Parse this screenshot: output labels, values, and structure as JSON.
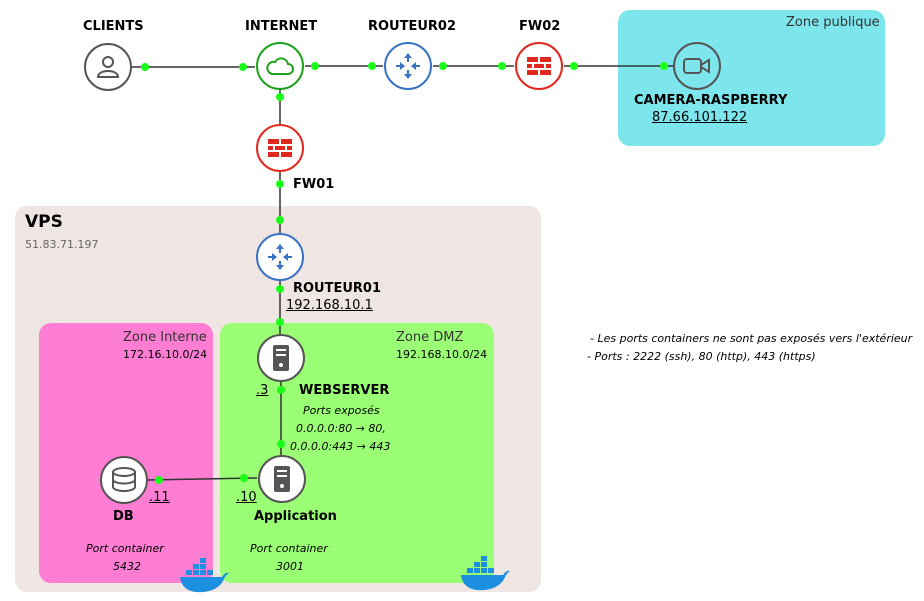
{
  "zones": {
    "vps": {
      "title": "VPS",
      "subnet": "51.83.71.197"
    },
    "public": {
      "title": "Zone publique"
    },
    "interne": {
      "title": "Zone Interne",
      "subnet": "172.16.10.0/24"
    },
    "dmz": {
      "title": "Zone DMZ",
      "subnet": "192.168.10.0/24"
    }
  },
  "nodes": {
    "clients": {
      "label": "CLIENTS",
      "icon": "user-icon"
    },
    "internet": {
      "label": "INTERNET",
      "icon": "cloud-icon"
    },
    "routeur02": {
      "label": "ROUTEUR02",
      "icon": "router-icon"
    },
    "fw02": {
      "label": "FW02",
      "icon": "firewall-icon"
    },
    "camera": {
      "label": "CAMERA-RASPBERRY",
      "ip": "87.66.101.122",
      "icon": "video-camera-icon"
    },
    "fw01": {
      "label": "FW01",
      "icon": "firewall-icon"
    },
    "routeur01": {
      "label": "ROUTEUR01",
      "ip": "192.168.10.1",
      "icon": "router-icon"
    },
    "webserver": {
      "label": "WEBSERVER",
      "host": ".3",
      "ports_title": "Ports exposés",
      "ports_line1": "0.0.0.0:80 → 80,",
      "ports_line2": "0.0.0.0:443 → 443",
      "icon": "server-icon"
    },
    "application": {
      "label": "Application",
      "host": ".10",
      "port_title": "Port container",
      "port_value": "3001",
      "icon": "server-icon"
    },
    "db": {
      "label": "DB",
      "host": ".11",
      "port_title": "Port container",
      "port_value": "5432",
      "icon": "database-icon"
    }
  },
  "notes": {
    "line1": "- Les ports containers ne sont pas exposés vers l'extérieur",
    "line2": "- Ports : 2222 (ssh), 80 (http), 443 (https)"
  },
  "colors": {
    "grey": "#555555",
    "green": "#1fa21f",
    "blue": "#3a73c4",
    "red": "#e0281e",
    "dot": "#19ff19",
    "docker": "#1d8fe0"
  }
}
